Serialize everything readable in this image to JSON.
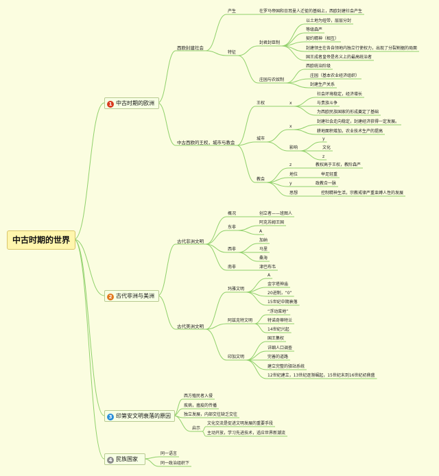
{
  "root": {
    "label": "中古时期的世界"
  },
  "branches": [
    {
      "num": "1",
      "color": "#d83a1f",
      "label": "中古时期的欧洲"
    },
    {
      "num": "2",
      "color": "#e2781e",
      "label": "古代非洲与美洲"
    },
    {
      "num": "3",
      "color": "#2a8fd9",
      "label": "印第安文明衰落的原因"
    },
    {
      "num": "4",
      "color": "#8c8c8c",
      "label": "民族国家"
    }
  ],
  "nodes": [
    {
      "id": "eu1",
      "text": "西欧封建社会"
    },
    {
      "id": "eu1a",
      "text": "产生"
    },
    {
      "id": "eu1a1",
      "text": "在罗马帝国和日耳曼人迁徙的基础上，西欧封建社会产生"
    },
    {
      "id": "eu1b",
      "text": "特征"
    },
    {
      "id": "eu1b1",
      "text": "封君封臣制"
    },
    {
      "id": "eu1b1a",
      "text": "以土地为纽带，层层分封"
    },
    {
      "id": "eu1b1b",
      "text": "等级森严"
    },
    {
      "id": "eu1b1c",
      "text": "契约精神（相互）"
    },
    {
      "id": "eu1b1d",
      "text": "封建领主在各自领地内独立行使权力，出现了分裂割据的局面"
    },
    {
      "id": "eu1b1e",
      "text": "国王成者皇帝是名义上的最高统治者"
    },
    {
      "id": "eu1b2",
      "text": "庄园与农奴制"
    },
    {
      "id": "eu1b2a",
      "text": "西欧统治阶级"
    },
    {
      "id": "eu1b2b",
      "text": "庄园（基本农业经济组织）"
    },
    {
      "id": "eu1b2c",
      "text": "封建生产关系"
    },
    {
      "id": "eu2",
      "text": "中古西欧的王权，城市与教会"
    },
    {
      "id": "eu2a",
      "text": "王权"
    },
    {
      "id": "eu2ax",
      "text": "x"
    },
    {
      "id": "eu2ax1",
      "text": "社会环境稳定，经济增长"
    },
    {
      "id": "eu2ax2",
      "text": "与贵族斗争"
    },
    {
      "id": "eu2ax3",
      "text": "为西欧民族国家的形成奠定了基础"
    },
    {
      "id": "eu2b",
      "text": "城市"
    },
    {
      "id": "eu2bx",
      "text": "x"
    },
    {
      "id": "eu2bx1",
      "text": "封建社会走向稳定，封建经济获得一定发展。"
    },
    {
      "id": "eu2bx2",
      "text": "耕地面积增加，农业技术生产的提高"
    },
    {
      "id": "eu2by",
      "text": "影响"
    },
    {
      "id": "eu2by1",
      "text": "y"
    },
    {
      "id": "eu2by2",
      "text": "文化"
    },
    {
      "id": "eu2by3",
      "text": "z"
    },
    {
      "id": "eu2c",
      "text": "教会"
    },
    {
      "id": "eu2c1",
      "text": "z"
    },
    {
      "id": "eu2c1a",
      "text": "教权高于王权，教阶森严"
    },
    {
      "id": "eu2c2",
      "text": "地位"
    },
    {
      "id": "eu2c2a",
      "text": "举足轻重"
    },
    {
      "id": "eu2c3",
      "text": "y"
    },
    {
      "id": "eu2c3a",
      "text": "政教合一脉"
    },
    {
      "id": "eu2c4",
      "text": "思想"
    },
    {
      "id": "eu2c4a",
      "text": "控制精神生活，宗教戒律严重束缚人性的发展"
    },
    {
      "id": "af1",
      "text": "古代非洲文明"
    },
    {
      "id": "af1a",
      "text": "概况"
    },
    {
      "id": "af1a1",
      "text": "创立者——班图人"
    },
    {
      "id": "af1b",
      "text": "东非"
    },
    {
      "id": "af1b1",
      "text": "阿克苏姆王国"
    },
    {
      "id": "af1b2",
      "text": "A"
    },
    {
      "id": "af1c",
      "text": "西非"
    },
    {
      "id": "af1c1",
      "text": "加纳"
    },
    {
      "id": "af1c2",
      "text": "马里"
    },
    {
      "id": "af1c3",
      "text": "桑海"
    },
    {
      "id": "af1d",
      "text": "南非"
    },
    {
      "id": "af1d1",
      "text": "津巴布韦"
    },
    {
      "id": "am1",
      "text": "古代美洲文明"
    },
    {
      "id": "am1a",
      "text": "玛雅文明"
    },
    {
      "id": "am1a1",
      "text": "A"
    },
    {
      "id": "am1a2",
      "text": "金字塔神庙"
    },
    {
      "id": "am1a3",
      "text": "20进制，“0”"
    },
    {
      "id": "am1a4",
      "text": "15世纪中期衰落"
    },
    {
      "id": "am1b",
      "text": "阿兹克特文明"
    },
    {
      "id": "am1b1",
      "text": "“浮动菜地”"
    },
    {
      "id": "am1b2",
      "text": "特诺奇蒂特兰"
    },
    {
      "id": "am1b3",
      "text": "14世纪兴起"
    },
    {
      "id": "am1c",
      "text": "印加文明"
    },
    {
      "id": "am1c1",
      "text": "国王集权"
    },
    {
      "id": "am1c2",
      "text": "详细人口调查"
    },
    {
      "id": "am1c3",
      "text": "完善的道路"
    },
    {
      "id": "am1c4",
      "text": "建立完整的驿站系统"
    },
    {
      "id": "am1c5",
      "text": "12世纪建立，13世纪逐渐崛起，15世纪末到16世纪初鼎盛"
    },
    {
      "id": "in1",
      "text": "西方殖民者入侵"
    },
    {
      "id": "in2",
      "text": "疾病，瘟疫的传播"
    },
    {
      "id": "in3",
      "text": "独立发展，内部交往缺乏交往"
    },
    {
      "id": "in4",
      "text": "启示"
    },
    {
      "id": "in4a",
      "text": "文化交流是促进文明发展的重要手段"
    },
    {
      "id": "in4b",
      "text": "主动开放，学习先进技术，适应世界新潮流"
    },
    {
      "id": "na1",
      "text": "同一语言"
    },
    {
      "id": "na2",
      "text": "同一政治组织下"
    }
  ]
}
